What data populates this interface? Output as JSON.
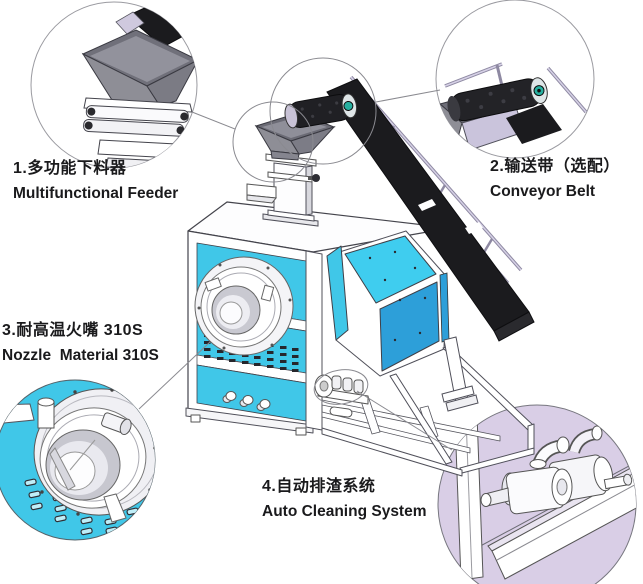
{
  "diagram": {
    "callouts": [
      {
        "zh": "1.多功能下料器",
        "en": "Multifunctional Feeder"
      },
      {
        "zh": "2.输送带（选配）",
        "en": "Conveyor Belt"
      },
      {
        "zh": "3.耐高温火嘴 310S",
        "en": "Nozzle  Material 310S"
      },
      {
        "zh": "4.自动排渣系统",
        "en": "Auto Cleaning System"
      }
    ],
    "colors": {
      "panel_cyan": "#40C7E8",
      "panel_cyan_bright": "#3FCDEF",
      "panel_blue": "#2D9FD9",
      "belt_black": "#1B1B1E",
      "detail_lavender": "#D9CEE6",
      "hopper_gray": "#8E8E96",
      "outline_gray": "#4A4A52"
    }
  }
}
